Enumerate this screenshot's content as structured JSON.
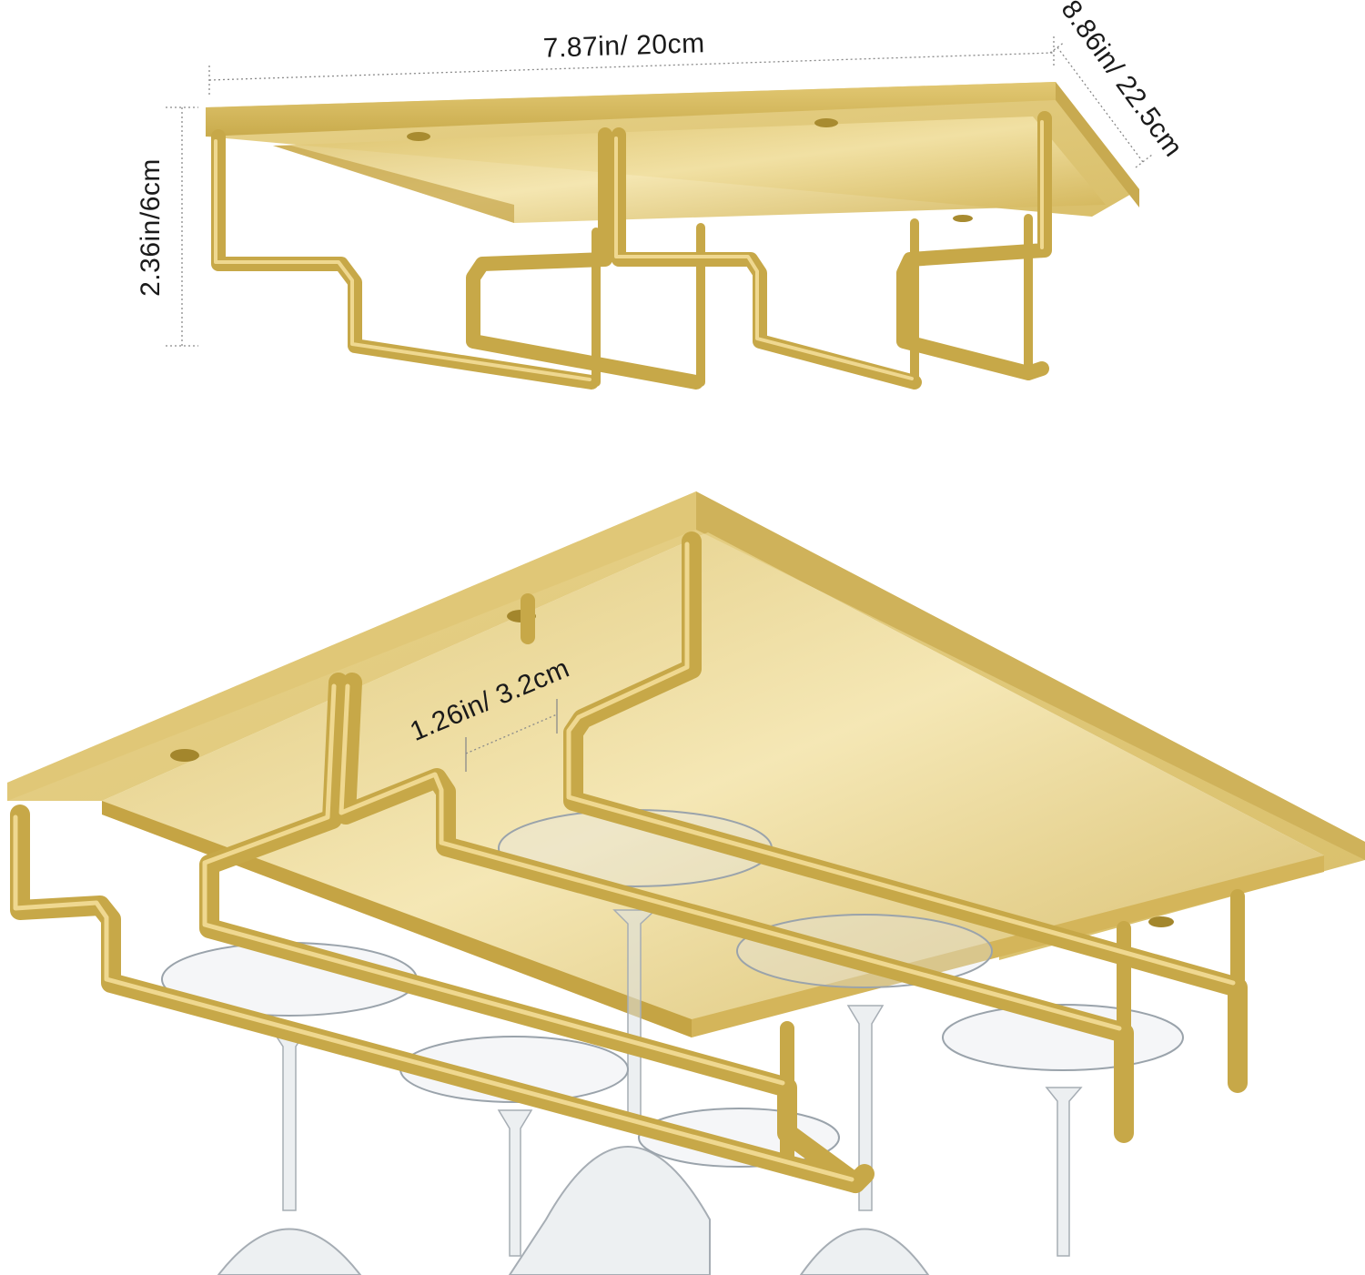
{
  "dimensions": {
    "width": "7.87in/ 20cm",
    "depth": "8.86in/ 22.5cm",
    "height": "2.36in/6cm",
    "slot_gap": "1.26in/ 3.2cm"
  },
  "colors": {
    "gold": "#c7a848",
    "gold_light": "#e6cf82",
    "gold_dark": "#a88b30",
    "background": "#ffffff"
  },
  "subjects": [
    "wine-glass-rack",
    "wine-glasses"
  ]
}
